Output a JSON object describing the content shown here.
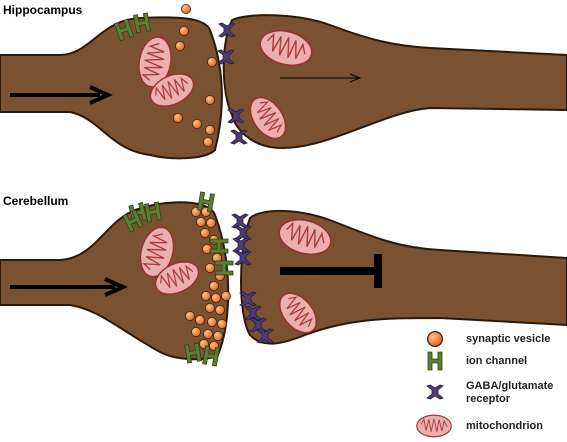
{
  "sections": {
    "hippocampus": {
      "label": "Hippocampus"
    },
    "cerebellum": {
      "label": "Cerebellum"
    }
  },
  "legend": {
    "vesicle": "synaptic vesicle",
    "ion_channel": "ion channel",
    "receptor_line1": "GABA/glutamate",
    "receptor_line2": "receptor",
    "mitochondrion": "mitochondrion"
  },
  "colors": {
    "neuron": "#7a5232",
    "neuron_edge": "#2b1a0c",
    "vesicle": "#e8773a",
    "ion_channel": "#5a7a32",
    "receptor": "#4b3a72",
    "mitochondrion": "#e8a7a7",
    "mitochondrion_edge": "#9c2f2f"
  }
}
